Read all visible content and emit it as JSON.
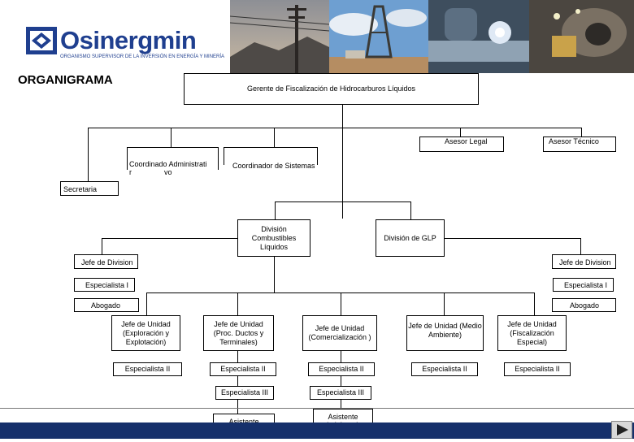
{
  "header": {
    "logo_text": "Osinergmin",
    "logo_subtitle": "ORGANISMO SUPERVISOR DE LA INVERSIÓN EN ENERGÍA Y MINERÍA",
    "title": "ORGANIGRAMA"
  },
  "photos": [
    "power-lines-photo",
    "drilling-rig-photo",
    "welding-pipeline-photo",
    "mine-tunnel-photo"
  ],
  "colors": {
    "brand": "#1f3f8f",
    "footer_bar": "#16306b"
  },
  "org": {
    "manager": "Gerente de Fiscalización de Hidrocarburos Líquidos",
    "legal_advisor": "Asesor Legal",
    "technical_advisor": "Asesor Técnico",
    "admin_coordinator_line1": "Coordinado Administrati",
    "admin_coordinator_line2": "r                vo",
    "systems_coordinator": "Coordinador de Sistemas",
    "secretary": "Secretaria",
    "division_liquid": "División Combustibles Líquidos",
    "division_glp": "División de GLP",
    "left_staff": {
      "head": "Jefe de Division",
      "specialist": "Especialista I",
      "lawyer": "Abogado"
    },
    "right_staff": {
      "head": "Jefe de Division",
      "specialist": "Especialista I",
      "lawyer": "Abogado"
    },
    "units": [
      {
        "head": "Jefe de Unidad (Exploración y Explotación)",
        "specialist2": "Especialista II"
      },
      {
        "head": "Jefe de Unidad (Proc. Ductos  y Terminales)",
        "specialist2": "Especialista II",
        "specialist3": "Especialista III",
        "assistant": "Asistente administrat"
      },
      {
        "head": "Jefe de Unidad (Comercialización )",
        "specialist2": "Especialista II",
        "specialist3": "Especialista III",
        "assistant": "Asistente administrativo"
      },
      {
        "head": "Jefe de Unidad (Medio Ambiente)",
        "specialist2": "Especialista II"
      },
      {
        "head": "Jefe de Unidad (Fiscalización Especial)",
        "specialist2": "Especialista II"
      }
    ]
  }
}
